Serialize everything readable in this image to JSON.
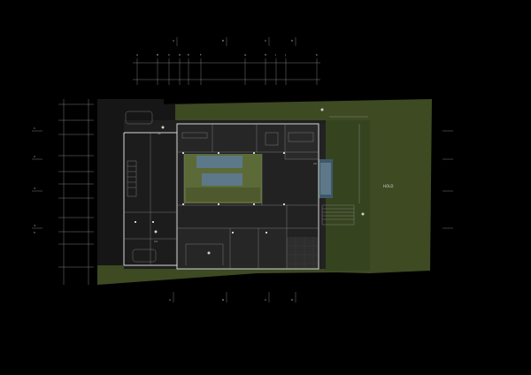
{
  "plan": {
    "hold_label": "HOLD",
    "column_grid_letters": [
      "A",
      "B",
      "C",
      "D",
      "E",
      "F",
      "G",
      "H",
      "I",
      "J",
      "K"
    ],
    "row_grid_numbers": [
      "1",
      "2",
      "3",
      "4",
      "5"
    ],
    "top_section_markers": [
      "A",
      "B",
      "C",
      "D"
    ],
    "bottom_section_markers": [
      "A",
      "B",
      "C",
      "D"
    ],
    "room_numbers": [
      "11",
      "12",
      "13"
    ],
    "colors": {
      "background": "#000000",
      "lawn": "#3d4a22",
      "lawn_dark": "#36431f",
      "pool": "#5d7888",
      "pool_dark": "#3e5a6a",
      "inner_garden": "#5c6a38",
      "floor": "#232323",
      "lines": "#d7d7d7"
    }
  }
}
